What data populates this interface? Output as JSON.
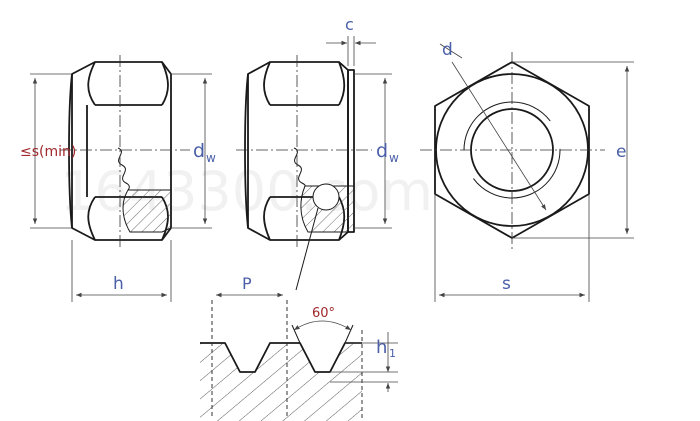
{
  "labels": {
    "s_min": "≤s(min)",
    "dw_left": "d",
    "dw_left_sub": "w",
    "dw_right": "d",
    "dw_right_sub": "w",
    "h": "h",
    "c": "c",
    "d": "d",
    "e": "e",
    "s": "s",
    "P": "P",
    "angle": "60°",
    "h1": "h",
    "h1_sub": "1"
  },
  "watermark": "1643300.com",
  "colors": {
    "label_blue": "#4a5fa8",
    "label_red": "#a0282c",
    "line": "#1a1a1a"
  }
}
